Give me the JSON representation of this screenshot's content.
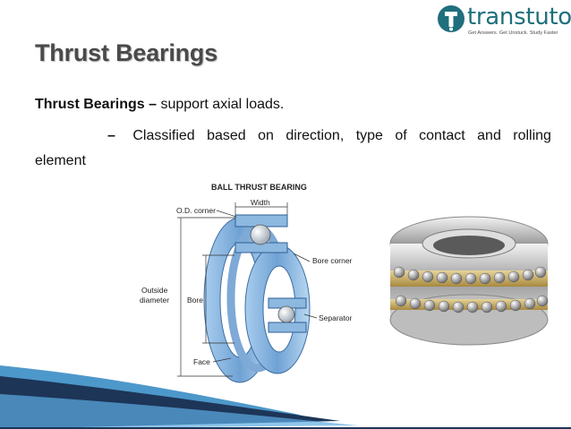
{
  "logo": {
    "name": "transtutors",
    "tagline": "Get Answers. Get Unstuck. Study Faster"
  },
  "slide": {
    "title": "Thrust Bearings",
    "definition_term": "Thrust Bearings –",
    "definition_text": " support axial loads.",
    "bullet_dash": "–",
    "bullet_words": [
      "Classified",
      "based",
      "on",
      "direction,",
      "type",
      "of",
      "contact",
      "and",
      "rolling"
    ],
    "bullet_continuation": "element"
  },
  "diagram": {
    "title": "BALL THRUST BEARING",
    "labels": {
      "od_corner": "O.D. corner",
      "width": "Width",
      "bore_corner": "Bore corner",
      "outside": "Outside",
      "diameter": "diameter",
      "bore": "Bore",
      "separator": "Separator",
      "face": "Face"
    }
  },
  "colors": {
    "title_gray": "#4a4a4a",
    "logo_teal": "#1f6f7d",
    "bearing_blue": "#8db8e0",
    "swoosh_navy": "#1d3557"
  }
}
